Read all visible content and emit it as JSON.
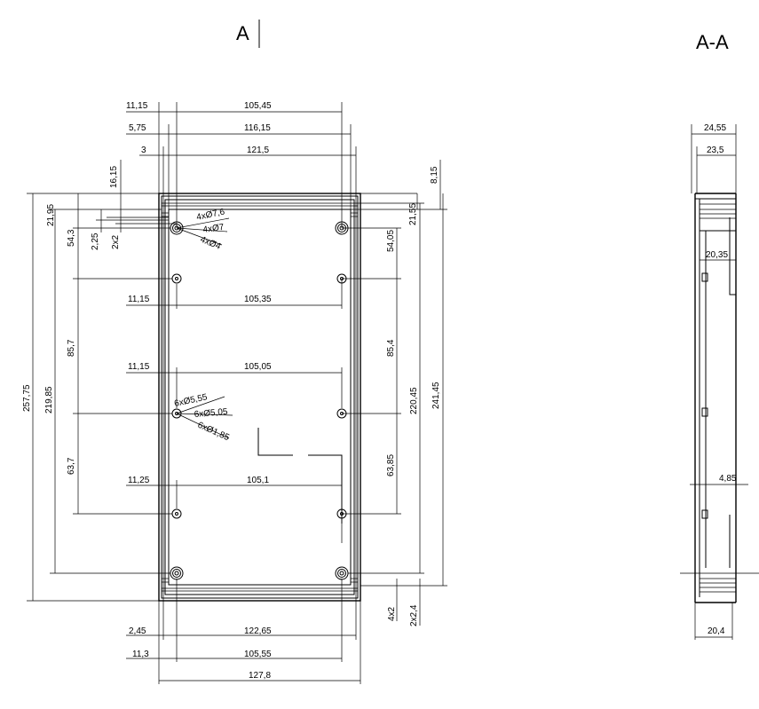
{
  "view_labels": {
    "front": "A",
    "section": "A-A"
  },
  "top_dims": [
    "11,15",
    "105,45",
    "5,75",
    "116,15",
    "3",
    "121,5",
    "16,15",
    "8,15"
  ],
  "left_dims": [
    "21,95",
    "54,3",
    "2,25",
    "2x2",
    "85,7",
    "63,7",
    "219,85",
    "257,75"
  ],
  "inner_dims": [
    "11,15",
    "105,35",
    "11,15",
    "105,05",
    "11,25",
    "105,1"
  ],
  "right_dims": [
    "21,55",
    "54,05",
    "85,4",
    "63,85",
    "220,45",
    "241,45",
    "4x2",
    "2x2,4"
  ],
  "bottom_dims": [
    "2,45",
    "122,65",
    "11,3",
    "105,55",
    "127,8"
  ],
  "hole_callouts": [
    "4xØ7,6",
    "4xØ7",
    "4xØ4",
    "6xØ5,55",
    "6xØ5,05",
    "6xØ1,85"
  ],
  "section_dims": [
    "24,55",
    "23,5",
    "20,35",
    "4,85",
    "20,4"
  ]
}
